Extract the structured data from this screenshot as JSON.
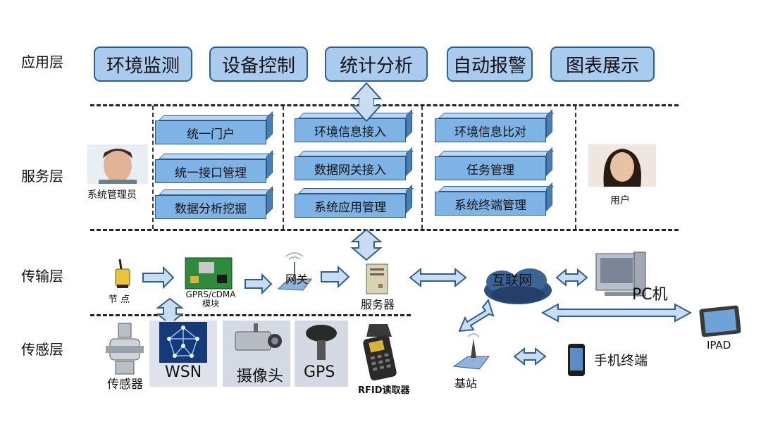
{
  "layers": {
    "application": "应用层",
    "service": "服务层",
    "transport": "传输层",
    "sensing": "传感层"
  },
  "application_items": [
    "环境监测",
    "设备控制",
    "统计分析",
    "自动报警",
    "图表展示"
  ],
  "service": {
    "column1": [
      "统一门户",
      "统一接口管理",
      "数据分析挖掘"
    ],
    "column2": [
      "环境信息接入",
      "数据网关接入",
      "系统应用管理"
    ],
    "column3": [
      "环境信息比对",
      "任务管理",
      "系统终端管理"
    ],
    "admin_label": "系统管理员",
    "user_label": "用户"
  },
  "transport": {
    "node": "节  点",
    "module": "GPRS/cDMA模块",
    "gateway": "网关",
    "server": "服务器",
    "internet": "互联网",
    "pc": "PC机",
    "ipad": "IPAD",
    "base_station": "基站",
    "phone": "手机终端"
  },
  "sensing": {
    "sensor": "传感器",
    "wsn": "WSN",
    "camera": "摄像头",
    "gps": "GPS",
    "rfid": "RFID读取器"
  },
  "colors": {
    "box_fill": "#a9cbed",
    "box_border": "#2d5f8f",
    "arrow_fill": "#c9dcf1",
    "arrow_stroke": "#2d5f8f"
  }
}
